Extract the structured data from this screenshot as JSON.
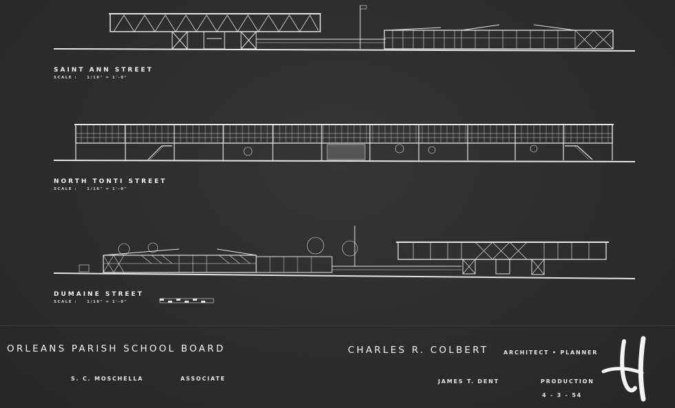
{
  "elevations": [
    {
      "name": "SAINT  ANN  STREET",
      "scale_label": "SCALE :",
      "scale_value": "1/16\" = 1'-0\""
    },
    {
      "name": "NORTH  TONTI  STREET",
      "scale_label": "SCALE :",
      "scale_value": "1/16\" = 1'-0\""
    },
    {
      "name": "DUMAINE  STREET",
      "scale_label": "SCALE :",
      "scale_value": "1/16\" = 1'-0\""
    }
  ],
  "title_block": {
    "client": "ORLEANS PARISH SCHOOL BOARD",
    "associate_name": "S. C. MOSCHELLA",
    "associate_role": "ASSOCIATE",
    "architect_name": "CHARLES  R.  COLBERT",
    "architect_role": "ARCHITECT • PLANNER",
    "production_name": "JAMES   T. DENT",
    "production_role": "PRODUCTION",
    "date": "4 - 3 - 54"
  },
  "colors": {
    "background": "#2b2d2e",
    "linework": "#e8e8e8"
  }
}
